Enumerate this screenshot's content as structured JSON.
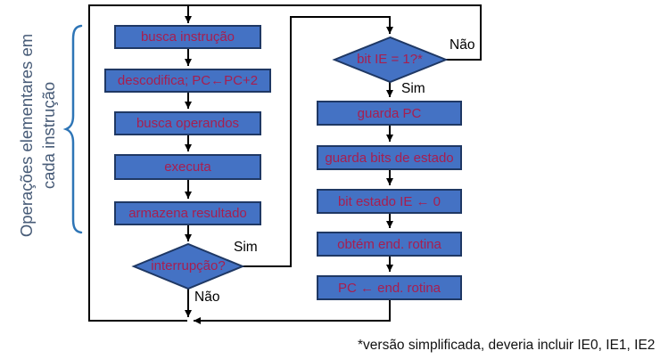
{
  "colors": {
    "box_fill": "#4472c4",
    "box_border": "#1f3864",
    "box_text": "#a81e4f",
    "brace_blue": "#2e75b6",
    "side_text": "#475b77",
    "line_black": "#000000"
  },
  "side_label": {
    "line1": "Operações elementares em",
    "line2": "cada instrução"
  },
  "flow": {
    "instruction_cycle": [
      "busca instrução",
      "descodifica; PC←PC+2",
      "busca operandos",
      "executa",
      "armazena resultado"
    ],
    "interrupt_decision": {
      "label": "interrupção?",
      "yes": "Sim",
      "no": "Não"
    },
    "ie_decision": {
      "label": "bit IE = 1?*",
      "yes": "Sim",
      "no": "Não"
    },
    "interrupt_routine": [
      "guarda PC",
      "guarda bits de estado",
      "bit estado IE ← 0",
      "obtém end. rotina",
      "PC ← end. rotina"
    ]
  },
  "footnote": "*versão simplificada, deveria incluir IE0, IE1, IE2"
}
